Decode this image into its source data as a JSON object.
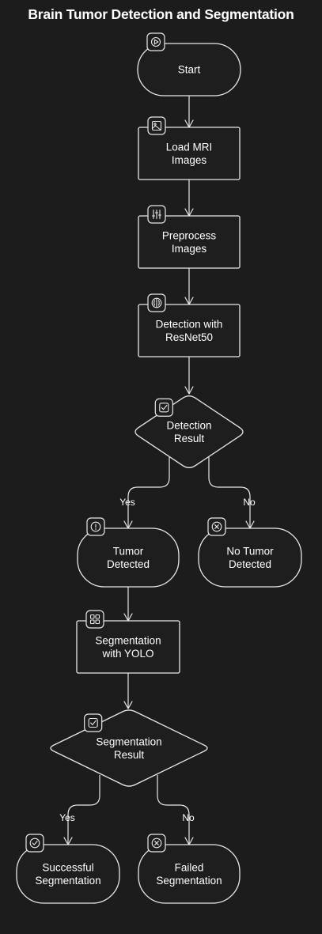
{
  "title": "Brain Tumor Detection and Segmentation",
  "colors": {
    "background": "#1c1c1c",
    "node_fill": "#1e1e1e",
    "stroke": "#e8e8e8",
    "text": "#ffffff"
  },
  "nodes": [
    {
      "id": "start",
      "shape": "stadium",
      "icon": "play-icon",
      "lines": [
        "Start"
      ]
    },
    {
      "id": "load",
      "shape": "rect",
      "icon": "image-icon",
      "lines": [
        "Load MRI",
        "Images"
      ]
    },
    {
      "id": "preprocess",
      "shape": "rect",
      "icon": "sliders-icon",
      "lines": [
        "Preprocess",
        "Images"
      ]
    },
    {
      "id": "detect",
      "shape": "rect",
      "icon": "brain-icon",
      "lines": [
        "Detection with",
        "ResNet50"
      ]
    },
    {
      "id": "detect_result",
      "shape": "diamond",
      "icon": "check-square-icon",
      "lines": [
        "Detection",
        "Result"
      ]
    },
    {
      "id": "tumor",
      "shape": "stadium",
      "icon": "alert-icon",
      "lines": [
        "Tumor",
        "Detected"
      ]
    },
    {
      "id": "no_tumor",
      "shape": "stadium",
      "icon": "x-circle-icon",
      "lines": [
        "No Tumor",
        "Detected"
      ]
    },
    {
      "id": "segment",
      "shape": "rect",
      "icon": "grid-icon",
      "lines": [
        "Segmentation",
        "with YOLO"
      ]
    },
    {
      "id": "seg_result",
      "shape": "diamond",
      "icon": "check-square-icon",
      "lines": [
        "Segmentation",
        "Result"
      ]
    },
    {
      "id": "success",
      "shape": "stadium",
      "icon": "check-circle-icon",
      "lines": [
        "Successful",
        "Segmentation"
      ]
    },
    {
      "id": "failed",
      "shape": "stadium",
      "icon": "x-circle-icon",
      "lines": [
        "Failed",
        "Segmentation"
      ]
    }
  ],
  "edges": [
    {
      "from": "start",
      "to": "load",
      "label": ""
    },
    {
      "from": "load",
      "to": "preprocess",
      "label": ""
    },
    {
      "from": "preprocess",
      "to": "detect",
      "label": ""
    },
    {
      "from": "detect",
      "to": "detect_result",
      "label": ""
    },
    {
      "from": "detect_result",
      "to": "tumor",
      "label": "Yes"
    },
    {
      "from": "detect_result",
      "to": "no_tumor",
      "label": "No"
    },
    {
      "from": "tumor",
      "to": "segment",
      "label": ""
    },
    {
      "from": "segment",
      "to": "seg_result",
      "label": ""
    },
    {
      "from": "seg_result",
      "to": "success",
      "label": "Yes"
    },
    {
      "from": "seg_result",
      "to": "failed",
      "label": "No"
    }
  ]
}
